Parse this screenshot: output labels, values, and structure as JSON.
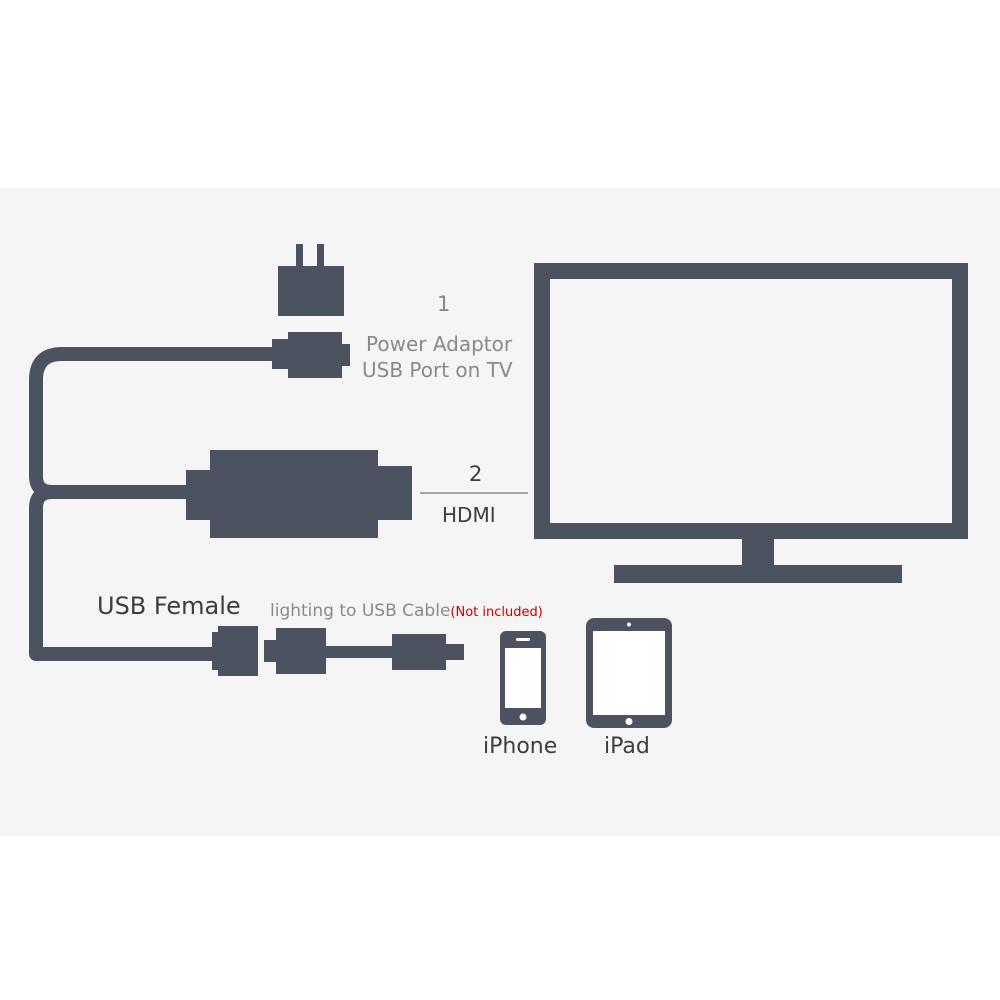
{
  "colors": {
    "device": "#4d5260",
    "panel": "#f5f5f6",
    "label": "#8a8a8a",
    "label_dark": "#3d3d3d",
    "note": "#cc0000"
  },
  "labels": {
    "step1_number": "1",
    "step1_line1": "Power Adaptor",
    "step1_line2": "USB Port on TV",
    "step2_number": "2",
    "step2_text": "HDMI",
    "usb_female": "USB Female",
    "lighting_cable": "lighting to USB  Cable",
    "not_included": "(Not included)",
    "iphone": "iPhone",
    "ipad": "iPad"
  },
  "icons": [
    "power-plug-icon",
    "usb-plug-icon",
    "hdmi-plug-icon",
    "usb-female-icon",
    "lightning-cable-icon",
    "tv-icon",
    "iphone-icon",
    "ipad-icon"
  ]
}
